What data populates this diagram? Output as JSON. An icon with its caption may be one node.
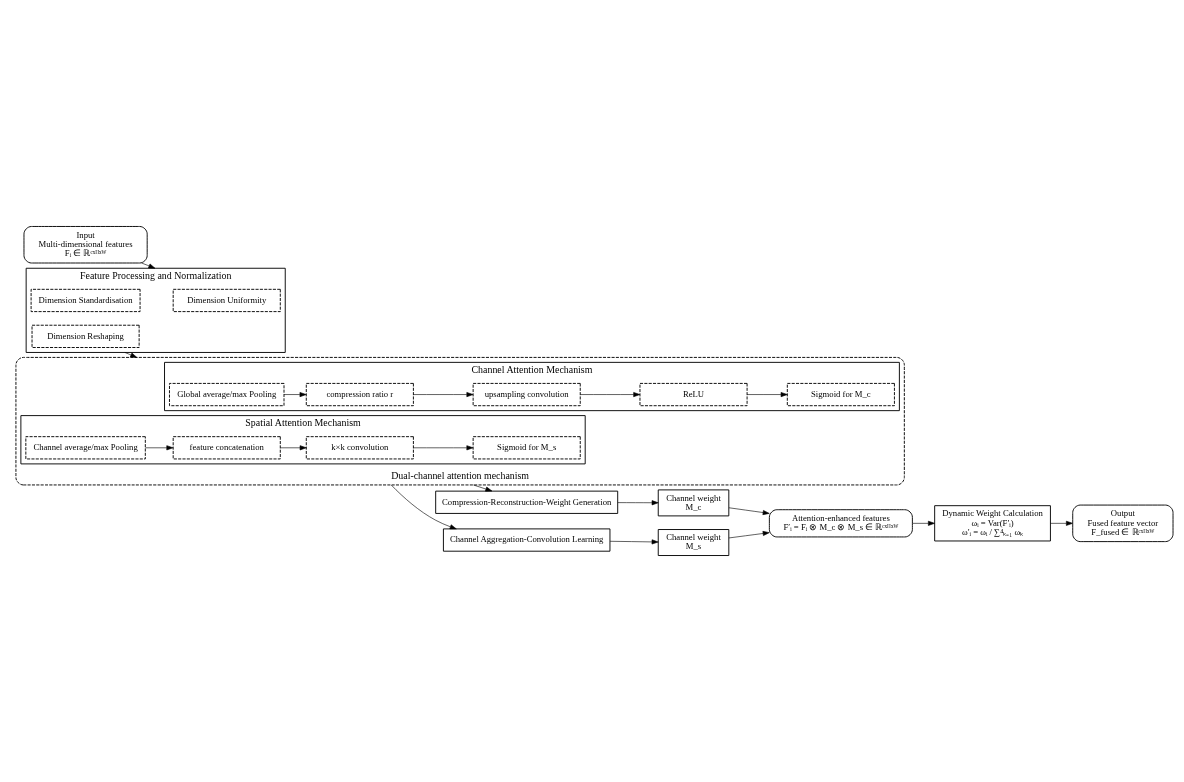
{
  "diagram": {
    "nodes": [
      {
        "text": [
          "Input",
          "Multi-dimensional features",
          "Fᵢ ∈ ℝᶜˣᴴˣᵂ"
        ]
      },
      {
        "text": [
          "Feature Processing and Normalization"
        ]
      },
      {
        "text": [
          "Dimension Uniformity"
        ],
        "in": 1
      },
      {
        "text": [
          "Dimension Standardisation"
        ],
        "in": 1
      },
      {
        "text": [
          "Dimension Reshaping"
        ],
        "in": 1
      },
      {
        "text": [
          "Dual-channel attention mechanism"
        ]
      },
      {
        "text": [
          "Channel Attention Mechanism"
        ],
        "in": 5
      },
      {
        "text": [
          "Global average/max Pooling"
        ],
        "in": 6
      },
      {
        "text": [
          "compression ratio r"
        ],
        "in": 6
      },
      {
        "text": [
          "upsampling convolution"
        ],
        "in": 6
      },
      {
        "text": [
          "Sigmoid for M_c"
        ],
        "in": 6
      },
      {
        "text": [
          "ReLU"
        ],
        "in": 6
      },
      {
        "text": [
          "Spatial Attention Mechanism"
        ],
        "in": 5
      },
      {
        "text": [
          "Channel average/max Pooling"
        ],
        "in": 12
      },
      {
        "text": [
          "feature concatenation"
        ],
        "in": 12
      },
      {
        "text": [
          "Sigmoid for M_s"
        ],
        "in": 12
      },
      {
        "text": [
          "k×k convolution"
        ],
        "in": 12
      },
      {
        "text": [
          "Compression-Reconstruction-Weight Generation"
        ]
      },
      {
        "text": [
          "Channel Aggregation-Convolution Learning"
        ]
      },
      {
        "text": [
          "Channel weight",
          "M_c"
        ]
      },
      {
        "text": [
          "Attention-enhanced features",
          "F′ᵢ = Fᵢ ⊗ M_c ⊗ M_s ∈ ℝᶜˣᴴˣᵂ"
        ]
      },
      {
        "text": [
          "Channel weight",
          "M_s"
        ]
      },
      {
        "text": [
          "Dynamic Weight Calculation",
          "ωᵢ = Var(F′ᵢ)",
          "ω′ᵢ = ωᵢ / ∑⁴ₖ₌₁ ωₖ"
        ]
      },
      {
        "text": [
          "Output",
          "Fused feature vector",
          "F_fused ∈ ℝᶜˣᴴˣᵂ"
        ]
      }
    ],
    "edges": [
      {
        "from": 0,
        "to": 1,
        "arrow": "to"
      },
      {
        "from": 1,
        "to": 5,
        "arrow": "to"
      },
      {
        "from": 7,
        "to": 8,
        "arrow": "to"
      },
      {
        "from": 8,
        "to": 9,
        "arrow": "to"
      },
      {
        "from": 9,
        "to": 11,
        "arrow": "to"
      },
      {
        "from": 11,
        "to": 10,
        "arrow": "to"
      },
      {
        "from": 13,
        "to": 14,
        "arrow": "to"
      },
      {
        "from": 14,
        "to": 16,
        "arrow": "to"
      },
      {
        "from": 16,
        "to": 15,
        "arrow": "to"
      },
      {
        "from": 5,
        "to": 17,
        "arrow": "to"
      },
      {
        "from": 5,
        "to": 18,
        "arrow": "to"
      },
      {
        "from": 17,
        "to": 19,
        "arrow": "to"
      },
      {
        "from": 18,
        "to": 21,
        "arrow": "to"
      },
      {
        "from": 19,
        "to": 20,
        "arrow": "to"
      },
      {
        "from": 21,
        "to": 20,
        "arrow": "to"
      },
      {
        "from": 20,
        "to": 22,
        "arrow": "to"
      },
      {
        "from": 22,
        "to": 23,
        "arrow": "to"
      }
    ]
  }
}
